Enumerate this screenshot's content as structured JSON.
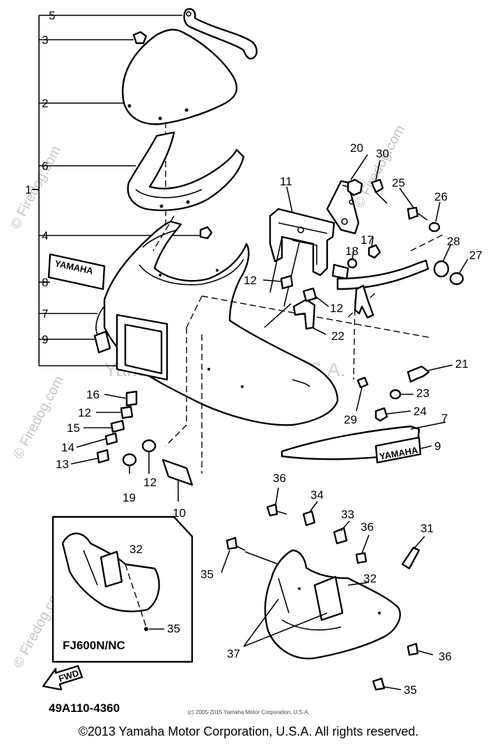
{
  "labels": {
    "p1": "1",
    "p2": "2",
    "p3": "3",
    "p4": "4",
    "p5": "5",
    "p6": "6",
    "p7": "7",
    "p8": "8",
    "p9": "9",
    "p10": "10",
    "p11": "11",
    "p12": "12",
    "p13": "13",
    "p14": "14",
    "p15": "15",
    "p16": "16",
    "p17": "17",
    "p18": "18",
    "p19": "19",
    "p20": "20",
    "p21": "21",
    "p22": "22",
    "p23": "23",
    "p24": "24",
    "p25": "25",
    "p26": "26",
    "p27": "27",
    "p28": "28",
    "p29": "29",
    "p30": "30",
    "p31": "31",
    "p32": "32",
    "p33": "33",
    "p34": "34",
    "p35": "35",
    "p36": "36",
    "p37": "37"
  },
  "decal_text": "YAMAHA",
  "inset_title": "FJ600N/NC",
  "fwd_label": "FWD",
  "diagram_code": "49A110-4360",
  "watermark_center": "Yamaha Motor Corp. U.S.A.",
  "watermark_side": "© Firedog.com",
  "small_copyright": "(c) 2005-2015 Yamaha Motor Corporation, U.S.A.",
  "copyright": "©2013 Yamaha Motor Corporation, U.S.A. All rights reserved."
}
